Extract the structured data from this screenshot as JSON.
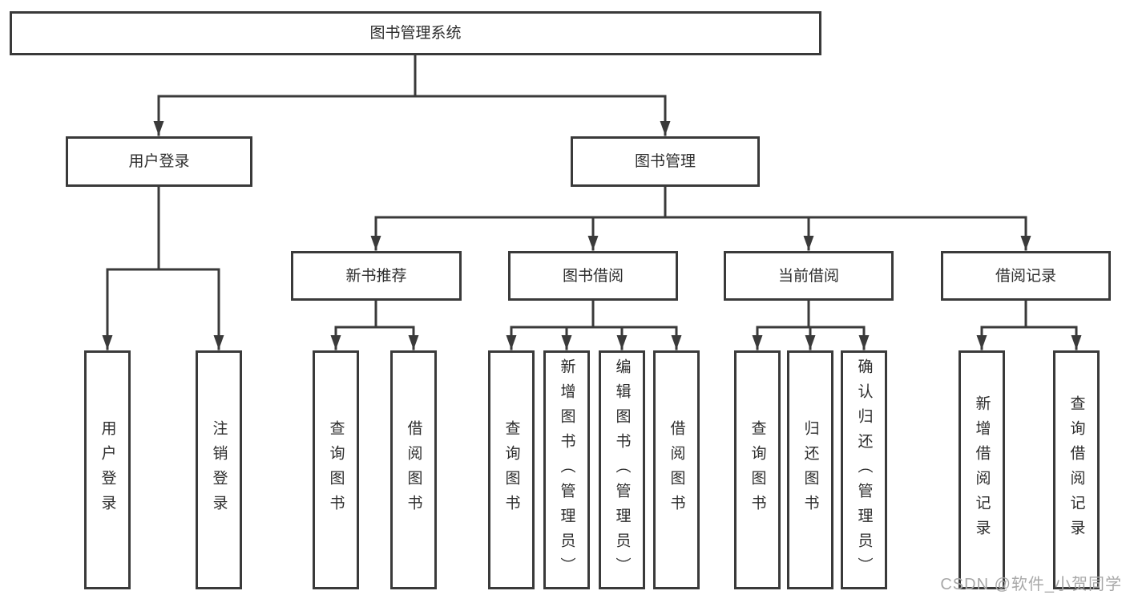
{
  "diagram": {
    "root": {
      "label": "图书管理系统"
    },
    "branches": [
      {
        "label": "用户登录",
        "children": [
          {
            "label": "用户登录"
          },
          {
            "label": "注销登录"
          }
        ]
      },
      {
        "label": "图书管理",
        "children": [
          {
            "label": "新书推荐",
            "children": [
              {
                "label": "查询图书"
              },
              {
                "label": "借阅图书"
              }
            ]
          },
          {
            "label": "图书借阅",
            "children": [
              {
                "label": "查询图书"
              },
              {
                "label": "新增图书（管理员）"
              },
              {
                "label": "编辑图书（管理员）"
              },
              {
                "label": "借阅图书"
              }
            ]
          },
          {
            "label": "当前借阅",
            "children": [
              {
                "label": "查询图书"
              },
              {
                "label": "归还图书"
              },
              {
                "label": "确认归还（管理员）"
              }
            ]
          },
          {
            "label": "借阅记录",
            "children": [
              {
                "label": "新增借阅记录"
              },
              {
                "label": "查询借阅记录"
              }
            ]
          }
        ]
      }
    ]
  },
  "watermark": "CSDN @软件_小贺同学",
  "colors": {
    "line": "#3a3a3a",
    "text": "#2d2d2d",
    "watermark": "#a8a8a8",
    "background": "#ffffff"
  }
}
